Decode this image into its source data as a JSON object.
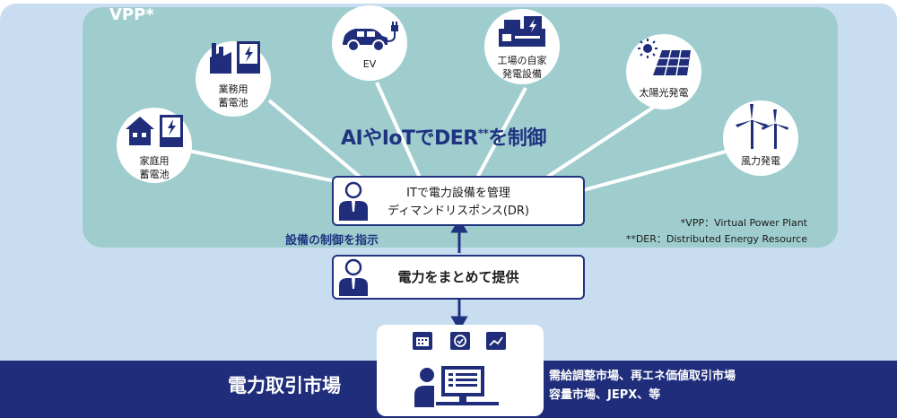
{
  "vpp": {
    "title": "VPP*",
    "headline": "AIやIoTでDER",
    "headline_sup": "**",
    "headline_end": "を制御"
  },
  "resources": [
    {
      "label_1": "家庭用",
      "label_2": "蓄電池",
      "icon": "house-battery-icon"
    },
    {
      "label_1": "業務用",
      "label_2": "蓄電池",
      "icon": "factory-battery-icon"
    },
    {
      "label_1": "EV",
      "label_2": "",
      "icon": "ev-car-icon"
    },
    {
      "label_1": "工場の自家",
      "label_2": "発電設備",
      "icon": "generator-icon"
    },
    {
      "label_1": "太陽光発電",
      "label_2": "",
      "icon": "solar-panel-icon"
    },
    {
      "label_1": "風力発電",
      "label_2": "",
      "icon": "wind-turbine-icon"
    }
  ],
  "manager_box": {
    "line_1": "ITで電力設備を管理",
    "line_2": "ディマンドリスポンス(DR)"
  },
  "notes": {
    "vpp": "*VPP：Virtual Power Plant",
    "der": "**DER：Distributed Energy Resource"
  },
  "instruct_label": "設備の制御を指示",
  "aggregator_box": {
    "label": "電力をまとめて提供"
  },
  "market": {
    "title": "電力取引市場",
    "sub_1": "需給調整市場、再エネ価値取引市場",
    "sub_2": "容量市場、JEPX、等"
  },
  "colors": {
    "navy": "#1f2d7a",
    "teal": "#9fcdce",
    "light_blue": "#c9ddf0",
    "arrow": "#1f3380"
  }
}
